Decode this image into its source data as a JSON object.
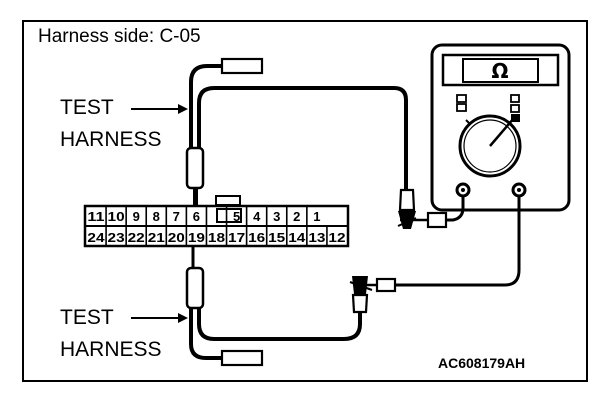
{
  "caption": "Harness side: C-05",
  "labels": {
    "test_top": "TEST",
    "harness_top": "HARNESS",
    "test_bottom": "TEST",
    "harness_bottom": "HARNESS"
  },
  "meter": {
    "symbol": "Ω"
  },
  "connector": {
    "top_row": [
      "11",
      "10",
      "9",
      "8",
      "7",
      "6",
      "",
      "5",
      "4",
      "3",
      "2",
      "1"
    ],
    "bottom_row": [
      "24",
      "23",
      "22",
      "21",
      "20",
      "19",
      "18",
      "17",
      "16",
      "15",
      "14",
      "13",
      "12"
    ]
  },
  "figure_code": "AC608179AH"
}
